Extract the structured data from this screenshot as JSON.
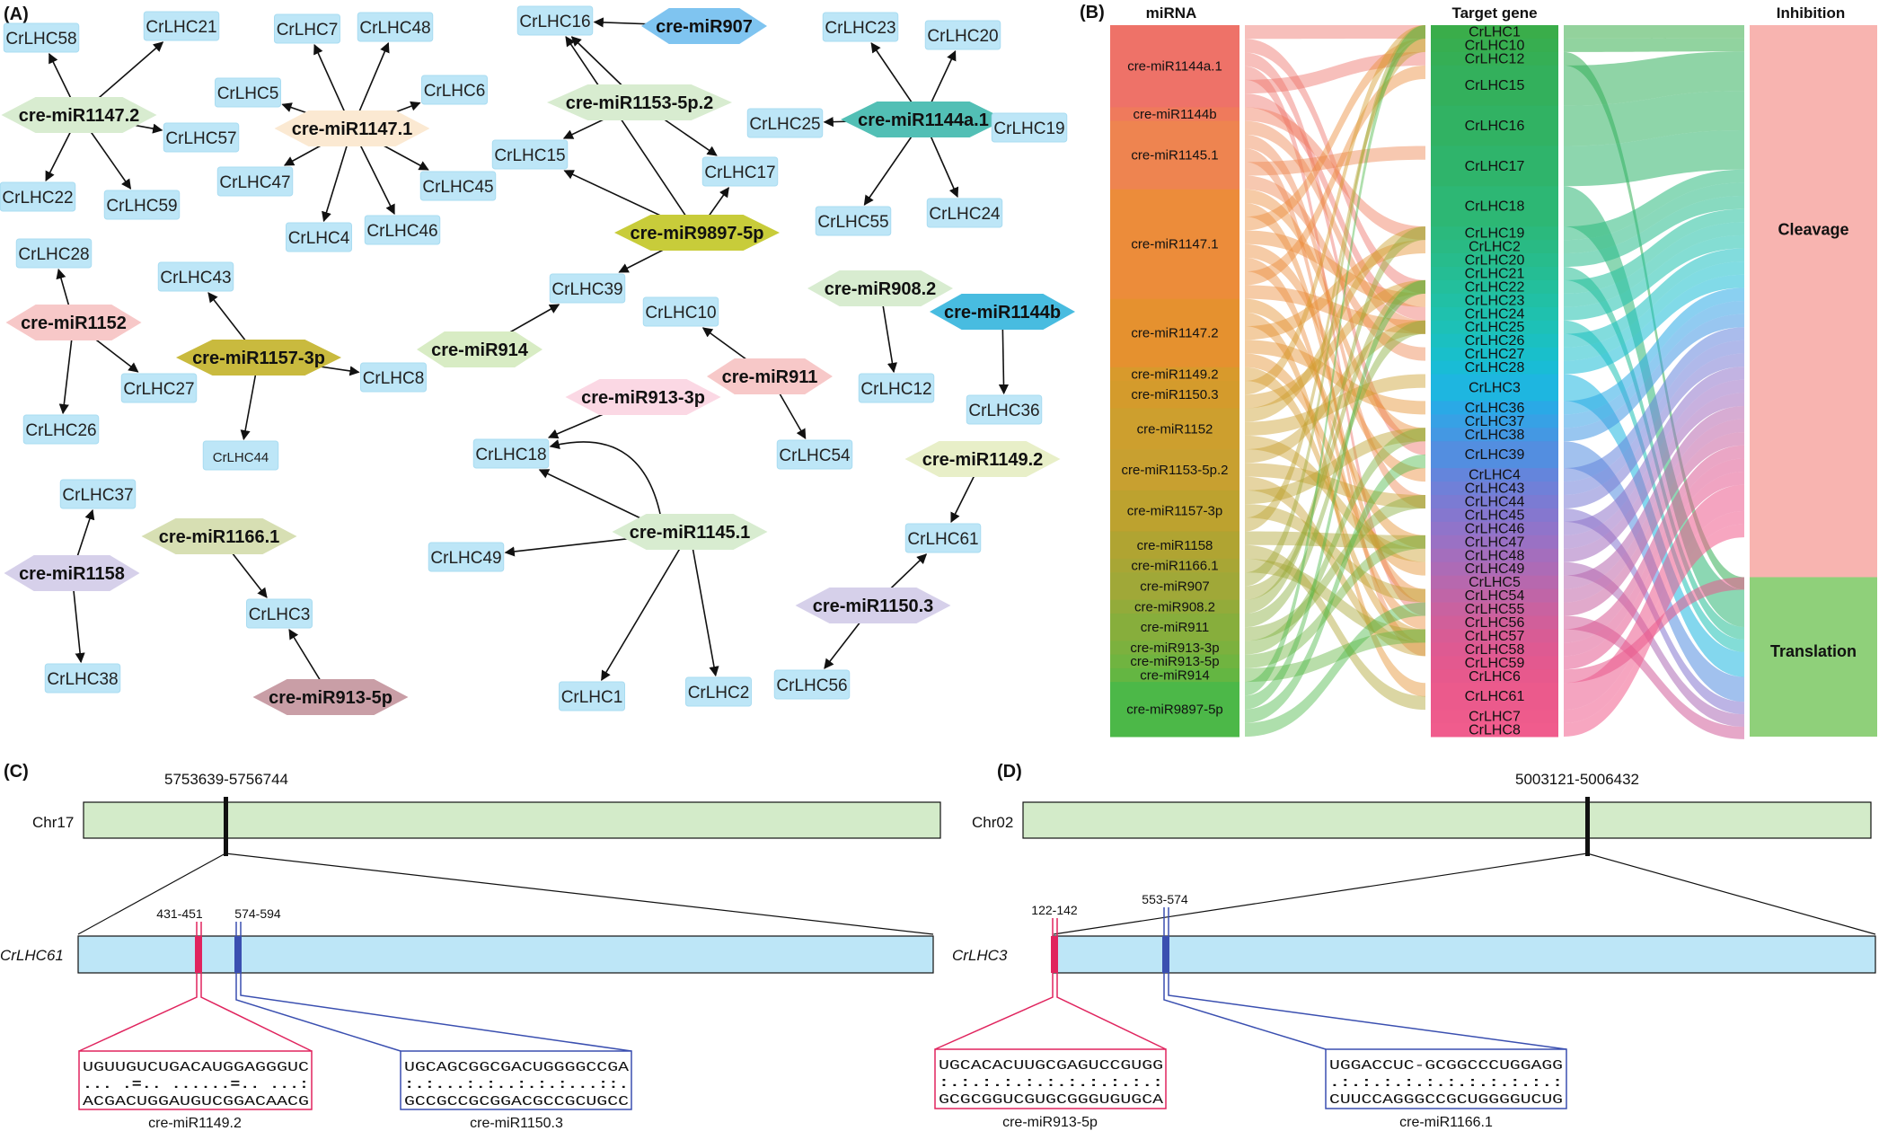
{
  "panels": {
    "a": "(A)",
    "b": "(B)",
    "c": "(C)",
    "d": "(D)"
  },
  "network": {
    "mirnas": [
      {
        "id": "m1147_2",
        "label": "cre-miR1147.2",
        "color": "#d8ecd0"
      },
      {
        "id": "m1147_1",
        "label": "cre-miR1147.1",
        "color": "#fbe9d2"
      },
      {
        "id": "m907",
        "label": "cre-miR907",
        "color": "#7fc4f0"
      },
      {
        "id": "m1153",
        "label": "cre-miR1153-5p.2",
        "color": "#d8ecd0"
      },
      {
        "id": "m9897",
        "label": "cre-miR9897-5p",
        "color": "#c8cc3a"
      },
      {
        "id": "m1144a",
        "label": "cre-miR1144a.1",
        "color": "#52bfb5"
      },
      {
        "id": "m1152",
        "label": "cre-miR1152",
        "color": "#f7c8c8"
      },
      {
        "id": "m1157",
        "label": "cre-miR1157-3p",
        "color": "#c9ba3e"
      },
      {
        "id": "m914",
        "label": "cre-miR914",
        "color": "#d8ecc4"
      },
      {
        "id": "m908",
        "label": "cre-miR908.2",
        "color": "#d8ecd0"
      },
      {
        "id": "m1144b",
        "label": "cre-miR1144b",
        "color": "#48bce0"
      },
      {
        "id": "m911",
        "label": "cre-miR911",
        "color": "#f7c8c8"
      },
      {
        "id": "m913_3p",
        "label": "cre-miR913-3p",
        "color": "#fbd8e4"
      },
      {
        "id": "m1149",
        "label": "cre-miR1149.2",
        "color": "#e8efc8"
      },
      {
        "id": "m1158",
        "label": "cre-miR1158",
        "color": "#d6d0ea"
      },
      {
        "id": "m1166",
        "label": "cre-miR1166.1",
        "color": "#d7dfb3"
      },
      {
        "id": "m1145",
        "label": "cre-miR1145.1",
        "color": "#d8ecd0"
      },
      {
        "id": "m1150",
        "label": "cre-miR1150.3",
        "color": "#d6d0ea"
      },
      {
        "id": "m913_5p",
        "label": "cre-miR913-5p",
        "color": "#c99ea6"
      }
    ],
    "targets": [
      {
        "id": "t58",
        "label": "CrLHC58"
      },
      {
        "id": "t21",
        "label": "CrLHC21"
      },
      {
        "id": "t57",
        "label": "CrLHC57"
      },
      {
        "id": "t22",
        "label": "CrLHC22"
      },
      {
        "id": "t59",
        "label": "CrLHC59"
      },
      {
        "id": "t7",
        "label": "CrLHC7"
      },
      {
        "id": "t48",
        "label": "CrLHC48"
      },
      {
        "id": "t5",
        "label": "CrLHC5"
      },
      {
        "id": "t6",
        "label": "CrLHC6"
      },
      {
        "id": "t47",
        "label": "CrLHC47"
      },
      {
        "id": "t45",
        "label": "CrLHC45"
      },
      {
        "id": "t4",
        "label": "CrLHC4"
      },
      {
        "id": "t46",
        "label": "CrLHC46"
      },
      {
        "id": "t16",
        "label": "CrLHC16"
      },
      {
        "id": "t15",
        "label": "CrLHC15"
      },
      {
        "id": "t17",
        "label": "CrLHC17"
      },
      {
        "id": "t23",
        "label": "CrLHC23"
      },
      {
        "id": "t20",
        "label": "CrLHC20"
      },
      {
        "id": "t25",
        "label": "CrLHC25"
      },
      {
        "id": "t19",
        "label": "CrLHC19"
      },
      {
        "id": "t55",
        "label": "CrLHC55"
      },
      {
        "id": "t24",
        "label": "CrLHC24"
      },
      {
        "id": "t28",
        "label": "CrLHC28"
      },
      {
        "id": "t27",
        "label": "CrLHC27"
      },
      {
        "id": "t26",
        "label": "CrLHC26"
      },
      {
        "id": "t43",
        "label": "CrLHC43"
      },
      {
        "id": "t8",
        "label": "CrLHC8"
      },
      {
        "id": "t44",
        "label": "CrLHC44"
      },
      {
        "id": "t39",
        "label": "CrLHC39"
      },
      {
        "id": "t12",
        "label": "CrLHC12"
      },
      {
        "id": "t36",
        "label": "CrLHC36"
      },
      {
        "id": "t10",
        "label": "CrLHC10"
      },
      {
        "id": "t54",
        "label": "CrLHC54"
      },
      {
        "id": "t18",
        "label": "CrLHC18"
      },
      {
        "id": "t37",
        "label": "CrLHC37"
      },
      {
        "id": "t38",
        "label": "CrLHC38"
      },
      {
        "id": "t3",
        "label": "CrLHC3"
      },
      {
        "id": "t49",
        "label": "CrLHC49"
      },
      {
        "id": "t1",
        "label": "CrLHC1"
      },
      {
        "id": "t2",
        "label": "CrLHC2"
      },
      {
        "id": "t61",
        "label": "CrLHC61"
      },
      {
        "id": "t56",
        "label": "CrLHC56"
      }
    ],
    "edges": [
      [
        "m1147_2",
        "t58"
      ],
      [
        "m1147_2",
        "t21"
      ],
      [
        "m1147_2",
        "t57"
      ],
      [
        "m1147_2",
        "t22"
      ],
      [
        "m1147_2",
        "t59"
      ],
      [
        "m1147_1",
        "t7"
      ],
      [
        "m1147_1",
        "t48"
      ],
      [
        "m1147_1",
        "t5"
      ],
      [
        "m1147_1",
        "t6"
      ],
      [
        "m1147_1",
        "t47"
      ],
      [
        "m1147_1",
        "t45"
      ],
      [
        "m1147_1",
        "t4"
      ],
      [
        "m1147_1",
        "t46"
      ],
      [
        "m907",
        "t16"
      ],
      [
        "m1153",
        "t16"
      ],
      [
        "m1153",
        "t15"
      ],
      [
        "m1153",
        "t17"
      ],
      [
        "m9897",
        "t16"
      ],
      [
        "m9897",
        "t15"
      ],
      [
        "m9897",
        "t17"
      ],
      [
        "m9897",
        "t39"
      ],
      [
        "m1144a",
        "t23"
      ],
      [
        "m1144a",
        "t20"
      ],
      [
        "m1144a",
        "t25"
      ],
      [
        "m1144a",
        "t19"
      ],
      [
        "m1144a",
        "t55"
      ],
      [
        "m1144a",
        "t24"
      ],
      [
        "m1152",
        "t28"
      ],
      [
        "m1152",
        "t27"
      ],
      [
        "m1152",
        "t26"
      ],
      [
        "m1157",
        "t43"
      ],
      [
        "m1157",
        "t8"
      ],
      [
        "m1157",
        "t44"
      ],
      [
        "m914",
        "t39"
      ],
      [
        "m908",
        "t12"
      ],
      [
        "m1144b",
        "t36"
      ],
      [
        "m911",
        "t10"
      ],
      [
        "m911",
        "t54"
      ],
      [
        "m913_3p",
        "t18"
      ],
      [
        "m1149",
        "t61"
      ],
      [
        "m1158",
        "t37"
      ],
      [
        "m1158",
        "t38"
      ],
      [
        "m1166",
        "t3"
      ],
      [
        "m913_5p",
        "t3"
      ],
      [
        "m1145",
        "t18"
      ],
      [
        "m1145",
        "t49"
      ],
      [
        "m1145",
        "t1"
      ],
      [
        "m1145",
        "t2"
      ],
      [
        "m1150",
        "t61"
      ],
      [
        "m1150",
        "t56"
      ]
    ]
  },
  "sankey": {
    "headers": {
      "mirna": "miRNA",
      "target": "Target gene",
      "inhibition": "Inhibition"
    },
    "mirnas": [
      {
        "label": "cre-miR1144a.1",
        "weight": 6,
        "color": "#ee7268"
      },
      {
        "label": "cre-miR1144b",
        "weight": 1,
        "color": "#ef7a5c"
      },
      {
        "label": "cre-miR1145.1",
        "weight": 5,
        "color": "#ee8450"
      },
      {
        "label": "cre-miR1147.1",
        "weight": 8,
        "color": "#ec8c3a"
      },
      {
        "label": "cre-miR1147.2",
        "weight": 5,
        "color": "#e5912f"
      },
      {
        "label": "cre-miR1149.2",
        "weight": 1,
        "color": "#d89a2c"
      },
      {
        "label": "cre-miR1150.3",
        "weight": 2,
        "color": "#d49b2c"
      },
      {
        "label": "cre-miR1152",
        "weight": 3,
        "color": "#cd9f2e"
      },
      {
        "label": "cre-miR1153-5p.2",
        "weight": 3,
        "color": "#c8a030"
      },
      {
        "label": "cre-miR1157-3p",
        "weight": 3,
        "color": "#bda22f"
      },
      {
        "label": "cre-miR1158",
        "weight": 2,
        "color": "#b0a432"
      },
      {
        "label": "cre-miR1166.1",
        "weight": 1,
        "color": "#a8a635"
      },
      {
        "label": "cre-miR907",
        "weight": 2,
        "color": "#a0a838"
      },
      {
        "label": "cre-miR908.2",
        "weight": 1,
        "color": "#93ab3a"
      },
      {
        "label": "cre-miR911",
        "weight": 2,
        "color": "#87ae3c"
      },
      {
        "label": "cre-miR913-3p",
        "weight": 1,
        "color": "#7cb13e"
      },
      {
        "label": "cre-miR913-5p",
        "weight": 1,
        "color": "#70b440"
      },
      {
        "label": "cre-miR914",
        "weight": 1,
        "color": "#64b642"
      },
      {
        "label": "cre-miR9897-5p",
        "weight": 4,
        "color": "#4cb848"
      }
    ],
    "genes": [
      {
        "label": "CrLHC1",
        "weight": 1,
        "color": "#3aad4a"
      },
      {
        "label": "CrLHC10",
        "weight": 1,
        "color": "#37ae50"
      },
      {
        "label": "CrLHC12",
        "weight": 1,
        "color": "#35af55"
      },
      {
        "label": "CrLHC15",
        "weight": 3,
        "color": "#33b05c"
      },
      {
        "label": "CrLHC16",
        "weight": 3,
        "color": "#31b263"
      },
      {
        "label": "CrLHC17",
        "weight": 3,
        "color": "#2fb46b"
      },
      {
        "label": "CrLHC18",
        "weight": 3,
        "color": "#2db774"
      },
      {
        "label": "CrLHC19",
        "weight": 1,
        "color": "#2bb97d"
      },
      {
        "label": "CrLHC2",
        "weight": 1,
        "color": "#29ba84"
      },
      {
        "label": "CrLHC20",
        "weight": 1,
        "color": "#27bc8c"
      },
      {
        "label": "CrLHC21",
        "weight": 1,
        "color": "#25bd94"
      },
      {
        "label": "CrLHC22",
        "weight": 1,
        "color": "#23bf9c"
      },
      {
        "label": "CrLHC23",
        "weight": 1,
        "color": "#21c0a5"
      },
      {
        "label": "CrLHC24",
        "weight": 1,
        "color": "#1fc1ae"
      },
      {
        "label": "CrLHC25",
        "weight": 1,
        "color": "#1dc1b7"
      },
      {
        "label": "CrLHC26",
        "weight": 1,
        "color": "#1bc0c1"
      },
      {
        "label": "CrLHC27",
        "weight": 1,
        "color": "#19bfcb"
      },
      {
        "label": "CrLHC28",
        "weight": 1,
        "color": "#19bcd6"
      },
      {
        "label": "CrLHC3",
        "weight": 2,
        "color": "#1eb6e0"
      },
      {
        "label": "CrLHC36",
        "weight": 1,
        "color": "#2aa9e6"
      },
      {
        "label": "CrLHC37",
        "weight": 1,
        "color": "#37a1e5"
      },
      {
        "label": "CrLHC38",
        "weight": 1,
        "color": "#4498e3"
      },
      {
        "label": "CrLHC39",
        "weight": 2,
        "color": "#538ee0"
      },
      {
        "label": "CrLHC4",
        "weight": 1,
        "color": "#6485dc"
      },
      {
        "label": "CrLHC43",
        "weight": 1,
        "color": "#7080d8"
      },
      {
        "label": "CrLHC44",
        "weight": 1,
        "color": "#7b7bd3"
      },
      {
        "label": "CrLHC45",
        "weight": 1,
        "color": "#8577cf"
      },
      {
        "label": "CrLHC46",
        "weight": 1,
        "color": "#9074ca"
      },
      {
        "label": "CrLHC47",
        "weight": 1,
        "color": "#9a71c4"
      },
      {
        "label": "CrLHC48",
        "weight": 1,
        "color": "#a46ebd"
      },
      {
        "label": "CrLHC49",
        "weight": 1,
        "color": "#ad6bb6"
      },
      {
        "label": "CrLHC5",
        "weight": 1,
        "color": "#b768ae"
      },
      {
        "label": "CrLHC54",
        "weight": 1,
        "color": "#c065a7"
      },
      {
        "label": "CrLHC55",
        "weight": 1,
        "color": "#c962a0"
      },
      {
        "label": "CrLHC56",
        "weight": 1,
        "color": "#d15f9a"
      },
      {
        "label": "CrLHC57",
        "weight": 1,
        "color": "#d85c95"
      },
      {
        "label": "CrLHC58",
        "weight": 1,
        "color": "#de5a92"
      },
      {
        "label": "CrLHC59",
        "weight": 1,
        "color": "#e3598f"
      },
      {
        "label": "CrLHC6",
        "weight": 1,
        "color": "#e7598d"
      },
      {
        "label": "CrLHC61",
        "weight": 2,
        "color": "#eb5a8c"
      },
      {
        "label": "CrLHC7",
        "weight": 1,
        "color": "#ee5b8c"
      },
      {
        "label": "CrLHC8",
        "weight": 1,
        "color": "#f05c8d"
      }
    ],
    "inhibition": [
      {
        "label": "Cleavage",
        "weight": 45,
        "color": "#f8b4b0"
      },
      {
        "label": "Translation",
        "weight": 13,
        "color": "#8fd07a"
      }
    ]
  },
  "panel_c": {
    "chr": "Chr17",
    "coords": "5753639-5756744",
    "gene": "CrLHC61",
    "site1": "431-451",
    "site2": "574-594",
    "box1": {
      "top": "UGUUGUCUGACAUGGAGGGUC",
      "bottom": "ACGACUGGAUGUCGGACAACG",
      "mirna": "cre-miR1149.2"
    },
    "box2": {
      "top": "UGCAGCGGCGACUGGGGCCGA",
      "bottom": "GCCGCCGCGGACGCCGCUGCC",
      "mirna": "cre-miR1150.3"
    }
  },
  "panel_d": {
    "chr": "Chr02",
    "coords": "5003121-5006432",
    "gene": "CrLHC3",
    "site1": "122-142",
    "site2": "553-574",
    "box1": {
      "top": "UGCACACUUGCGAGUCCGUGG",
      "bottom": "GCGCGGUCGUGCGGGUGUGCA",
      "mirna": "cre-miR913-5p"
    },
    "box2": {
      "top": "UGGACCUC-GCGGCCCUGGAGG",
      "bottom": "CUUCCAGGGCCGCUGGGGUCUG",
      "mirna": "cre-miR1166.1"
    }
  },
  "colors": {
    "chromosome": "#d3ebc9",
    "gene_bar": "#bde6f7",
    "site1": "#e0245e",
    "site2": "#3a4fb0",
    "target_node": "#bde6f7"
  }
}
